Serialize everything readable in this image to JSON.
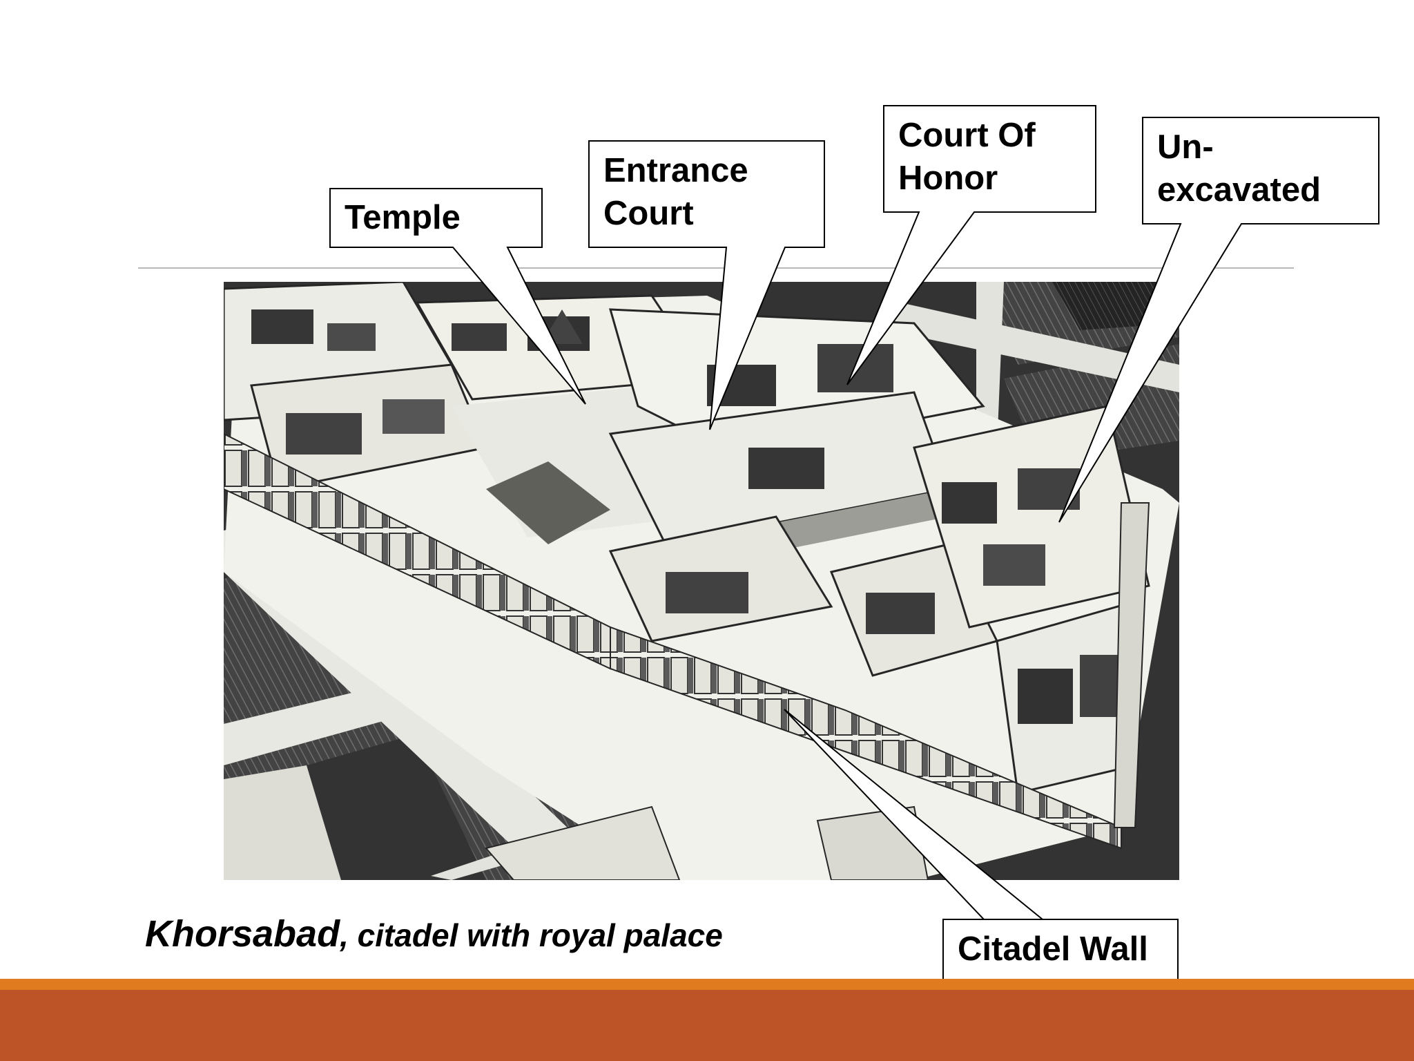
{
  "figure": {
    "caption_place": "Khorsabad",
    "caption_rest": ", citadel with royal palace"
  },
  "callouts": {
    "temple": "Temple",
    "entrance_court": "Entrance\nCourt",
    "court_of_honor": "Court Of\nHonor",
    "unexcavated": "Un-\nexcavated",
    "citadel_wall": "Citadel Wall"
  },
  "colors": {
    "accent_orange": "#e07b1f",
    "footer_rust": "#bd5428",
    "rule_gray": "#b8b8b8"
  }
}
